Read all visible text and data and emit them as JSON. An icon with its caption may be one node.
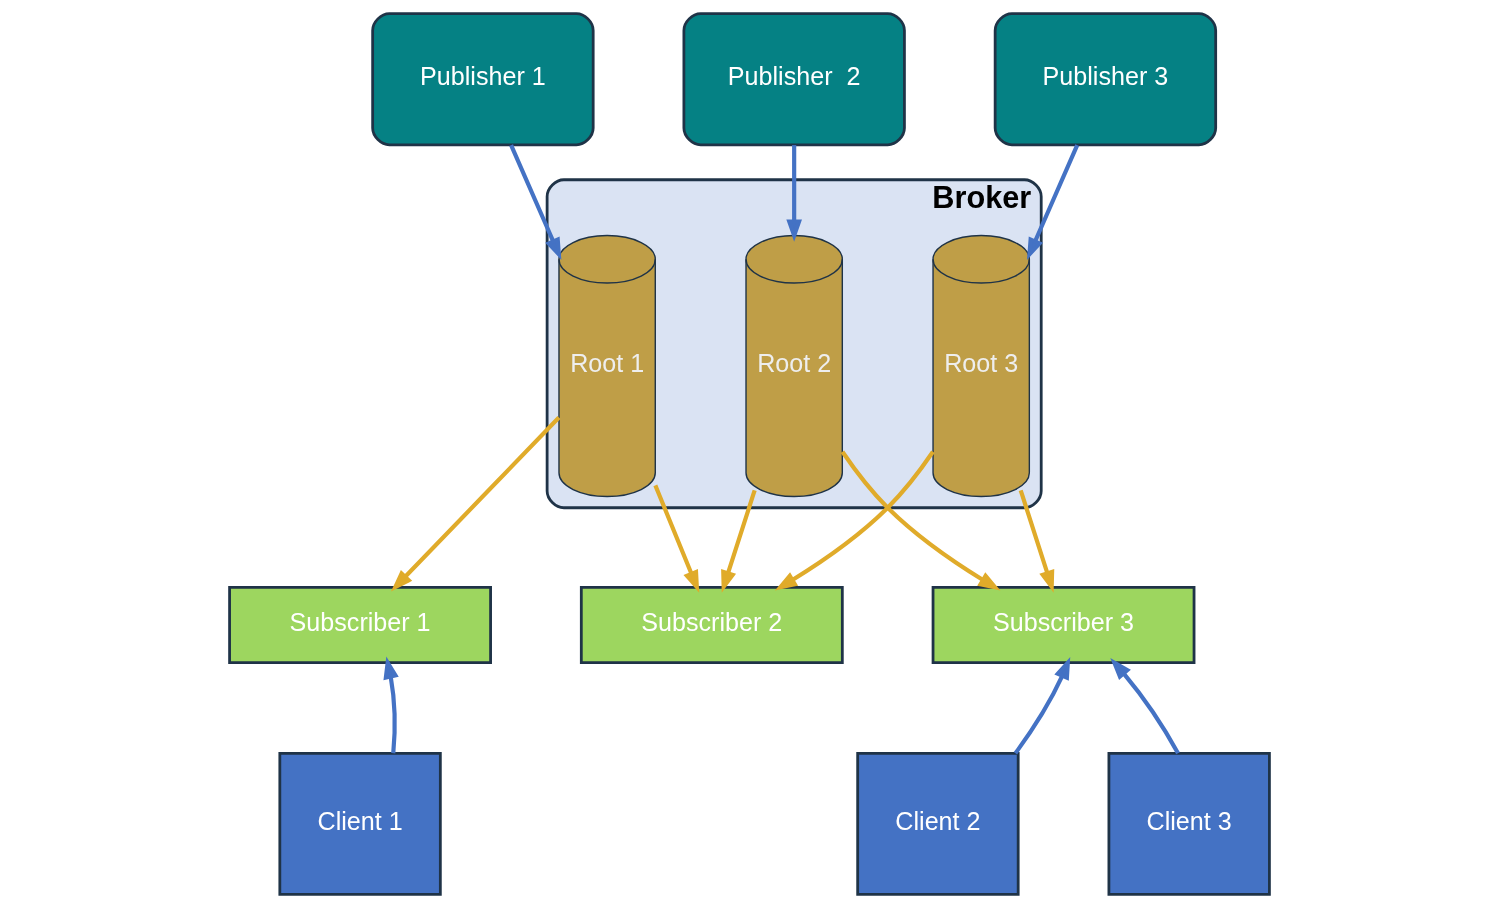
{
  "diagram": {
    "nodes": [
      {
        "text": [
          "Publisher 1"
        ]
      },
      {
        "text": [
          "Publisher  2"
        ]
      },
      {
        "text": [
          "Publisher 3"
        ]
      },
      {
        "text": [
          "Broker"
        ]
      },
      {
        "text": [
          "Root 1"
        ],
        "in": 3
      },
      {
        "text": [
          "Root 2"
        ],
        "in": 3
      },
      {
        "text": [
          "Root 3"
        ],
        "in": 3
      },
      {
        "text": [
          "Subscriber 1"
        ]
      },
      {
        "text": [
          "Subscriber 2"
        ]
      },
      {
        "text": [
          "Subscriber 3"
        ]
      },
      {
        "text": [
          "Client 1"
        ]
      },
      {
        "text": [
          "Client 2"
        ]
      },
      {
        "text": [
          "Client 3"
        ]
      }
    ],
    "edges": [
      {
        "from": 0,
        "to": 4,
        "arrow": "to",
        "color": "#4472c4"
      },
      {
        "from": 1,
        "to": 5,
        "arrow": "to",
        "color": "#4472c4"
      },
      {
        "from": 2,
        "to": 6,
        "arrow": "to",
        "color": "#4472c4"
      },
      {
        "from": 4,
        "to": 7,
        "arrow": "to",
        "color": "#e0ab2a"
      },
      {
        "from": 4,
        "to": 8,
        "arrow": "to",
        "color": "#e0ab2a"
      },
      {
        "from": 5,
        "to": 8,
        "arrow": "to",
        "color": "#e0ab2a"
      },
      {
        "from": 5,
        "to": 9,
        "arrow": "to",
        "color": "#e0ab2a"
      },
      {
        "from": 6,
        "to": 8,
        "arrow": "to",
        "color": "#e0ab2a"
      },
      {
        "from": 6,
        "to": 9,
        "arrow": "to",
        "color": "#e0ab2a"
      },
      {
        "from": 10,
        "to": 7,
        "arrow": "to",
        "color": "#4472c4"
      },
      {
        "from": 11,
        "to": 9,
        "arrow": "to",
        "color": "#4472c4"
      },
      {
        "from": 12,
        "to": 9,
        "arrow": "to",
        "color": "#4472c4"
      }
    ]
  }
}
